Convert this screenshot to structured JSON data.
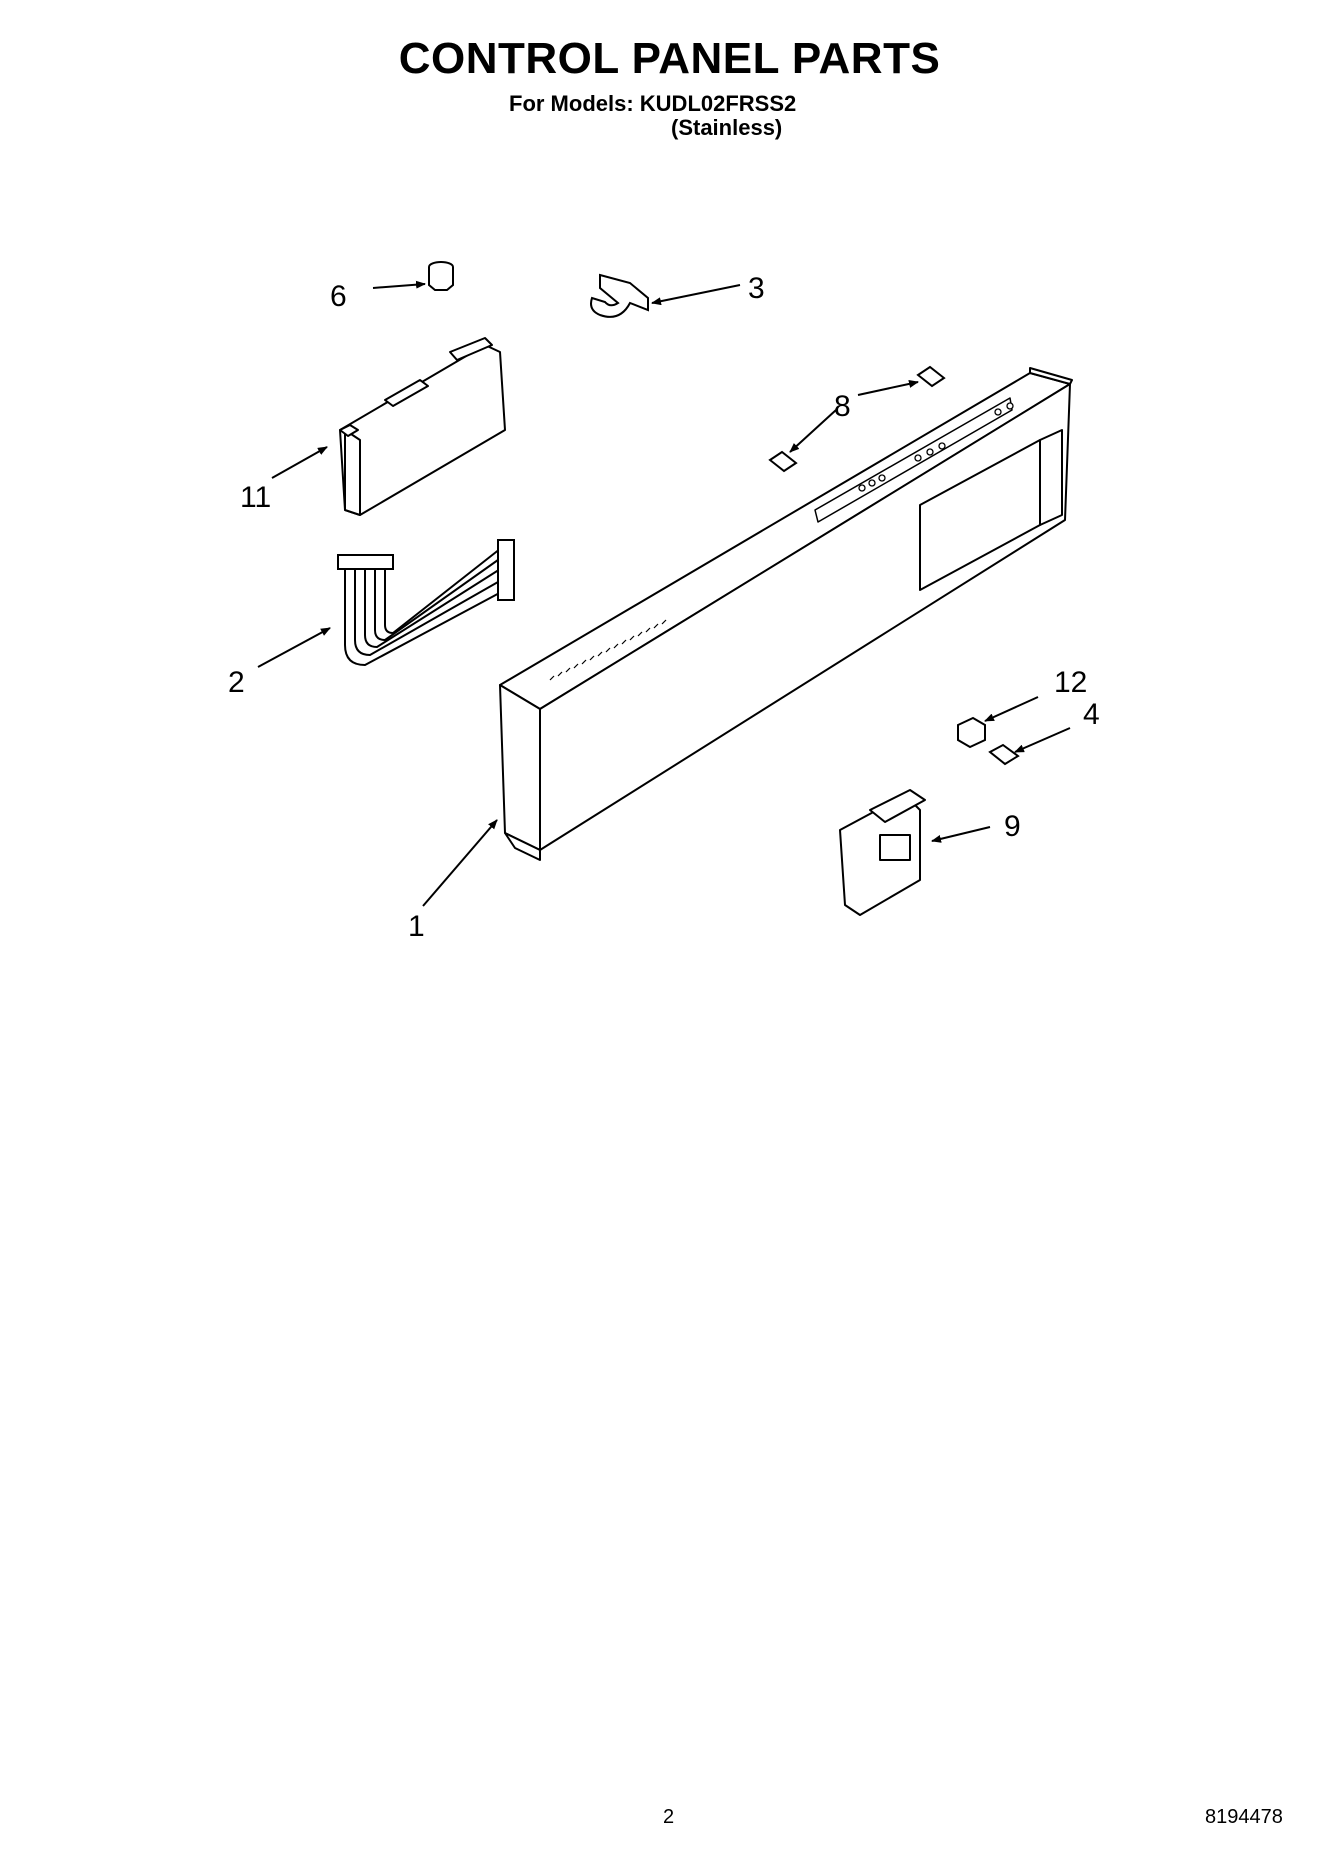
{
  "header": {
    "title": "CONTROL PANEL PARTS",
    "models_line": "For Models: KUDL02FRSS2",
    "variant": "(Stainless)"
  },
  "callouts": [
    "1",
    "2",
    "3",
    "4",
    "6",
    "8",
    "9",
    "11",
    "12"
  ],
  "footer": {
    "page_number": "2",
    "document_number": "8194478"
  }
}
